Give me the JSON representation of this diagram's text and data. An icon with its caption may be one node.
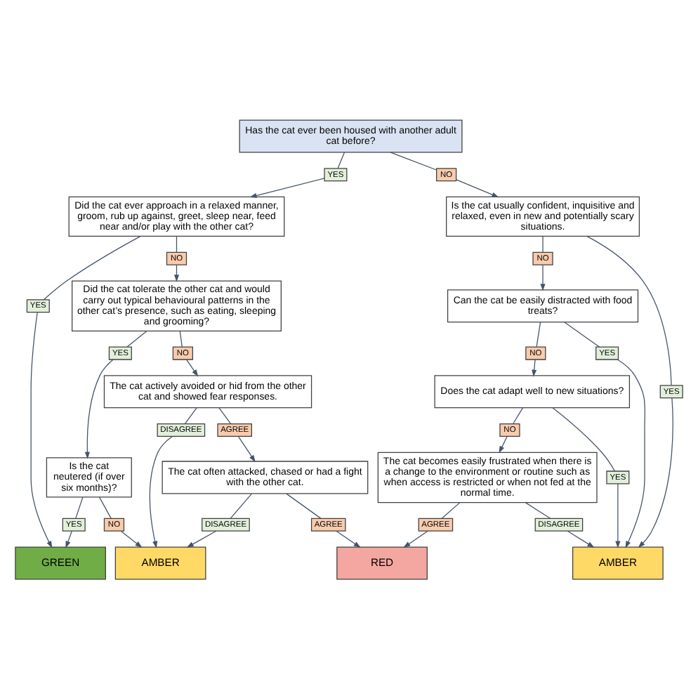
{
  "diagram": {
    "nodes": [
      {
        "text": [
          "Has the cat ever been housed with another adult cat before?"
        ]
      },
      {
        "text": [
          "YES"
        ]
      },
      {
        "text": [
          "NO"
        ]
      },
      {
        "text": [
          "Did the cat ever approach in a relaxed manner, groom, rub up against, greet, sleep near, feed near and/or play with the other cat?"
        ]
      },
      {
        "text": [
          "Is the cat usually confident, inquisitive and relaxed, even in new and potentially scary situations."
        ]
      },
      {
        "text": [
          "YES"
        ]
      },
      {
        "text": [
          "NO"
        ]
      },
      {
        "text": [
          "NO"
        ]
      },
      {
        "text": [
          "YES"
        ]
      },
      {
        "text": [
          "Did the cat tolerate the other cat and would carry out typical behavioural patterns in the other cat’s presence, such as eating, sleeping and grooming?"
        ]
      },
      {
        "text": [
          "Can the cat be easily distracted with food treats?"
        ]
      },
      {
        "text": [
          "YES"
        ]
      },
      {
        "text": [
          "NO"
        ]
      },
      {
        "text": [
          "NO"
        ]
      },
      {
        "text": [
          "YES"
        ]
      },
      {
        "text": [
          "Is the cat neutered (if over six months)?"
        ]
      },
      {
        "text": [
          "The cat actively avoided or hid from the other cat and showed fear responses."
        ]
      },
      {
        "text": [
          "Does the cat adapt well to new situations?"
        ]
      },
      {
        "text": [
          "DISAGREE"
        ]
      },
      {
        "text": [
          "AGREE"
        ]
      },
      {
        "text": [
          "NO"
        ]
      },
      {
        "text": [
          "YES"
        ]
      },
      {
        "text": [
          "The cat often attacked, chased or had a fight with the other cat."
        ]
      },
      {
        "text": [
          "The cat becomes easily frustrated when there is a change to the environment or routine such as when access is restricted or when not fed at the normal time."
        ]
      },
      {
        "text": [
          "YES"
        ]
      },
      {
        "text": [
          "NO"
        ]
      },
      {
        "text": [
          "DISAGREE"
        ]
      },
      {
        "text": [
          "AGREE"
        ]
      },
      {
        "text": [
          "AGREE"
        ]
      },
      {
        "text": [
          "DISAGREE"
        ]
      },
      {
        "text": [
          "GREEN"
        ]
      },
      {
        "text": [
          "AMBER"
        ]
      },
      {
        "text": [
          "RED"
        ]
      },
      {
        "text": [
          "AMBER"
        ]
      }
    ],
    "edges": [
      {
        "from": 0,
        "to": 1,
        "arrow": "none"
      },
      {
        "from": 1,
        "to": 3,
        "arrow": "to"
      },
      {
        "from": 0,
        "to": 2,
        "arrow": "none"
      },
      {
        "from": 2,
        "to": 4,
        "arrow": "to"
      },
      {
        "from": 3,
        "to": 5,
        "arrow": "none"
      },
      {
        "from": 5,
        "to": 30,
        "arrow": "to"
      },
      {
        "from": 3,
        "to": 6,
        "arrow": "none"
      },
      {
        "from": 6,
        "to": 9,
        "arrow": "to"
      },
      {
        "from": 4,
        "to": 7,
        "arrow": "none"
      },
      {
        "from": 7,
        "to": 10,
        "arrow": "to"
      },
      {
        "from": 4,
        "to": 8,
        "arrow": "none"
      },
      {
        "from": 8,
        "to": 33,
        "arrow": "to"
      },
      {
        "from": 9,
        "to": 11,
        "arrow": "none"
      },
      {
        "from": 11,
        "to": 15,
        "arrow": "to"
      },
      {
        "from": 9,
        "to": 12,
        "arrow": "none"
      },
      {
        "from": 12,
        "to": 16,
        "arrow": "to"
      },
      {
        "from": 10,
        "to": 13,
        "arrow": "none"
      },
      {
        "from": 13,
        "to": 17,
        "arrow": "to"
      },
      {
        "from": 10,
        "to": 14,
        "arrow": "none"
      },
      {
        "from": 14,
        "to": 33,
        "arrow": "to"
      },
      {
        "from": 15,
        "to": 24,
        "arrow": "none"
      },
      {
        "from": 24,
        "to": 30,
        "arrow": "to"
      },
      {
        "from": 15,
        "to": 25,
        "arrow": "none"
      },
      {
        "from": 25,
        "to": 31,
        "arrow": "to"
      },
      {
        "from": 16,
        "to": 18,
        "arrow": "none"
      },
      {
        "from": 18,
        "to": 31,
        "arrow": "to"
      },
      {
        "from": 16,
        "to": 19,
        "arrow": "none"
      },
      {
        "from": 19,
        "to": 22,
        "arrow": "to"
      },
      {
        "from": 17,
        "to": 20,
        "arrow": "none"
      },
      {
        "from": 20,
        "to": 23,
        "arrow": "to"
      },
      {
        "from": 17,
        "to": 21,
        "arrow": "none"
      },
      {
        "from": 21,
        "to": 33,
        "arrow": "to"
      },
      {
        "from": 22,
        "to": 26,
        "arrow": "none"
      },
      {
        "from": 26,
        "to": 31,
        "arrow": "to"
      },
      {
        "from": 22,
        "to": 27,
        "arrow": "none"
      },
      {
        "from": 27,
        "to": 32,
        "arrow": "to"
      },
      {
        "from": 23,
        "to": 28,
        "arrow": "none"
      },
      {
        "from": 28,
        "to": 32,
        "arrow": "to"
      },
      {
        "from": 23,
        "to": 29,
        "arrow": "none"
      },
      {
        "from": 29,
        "to": 33,
        "arrow": "to"
      }
    ]
  }
}
